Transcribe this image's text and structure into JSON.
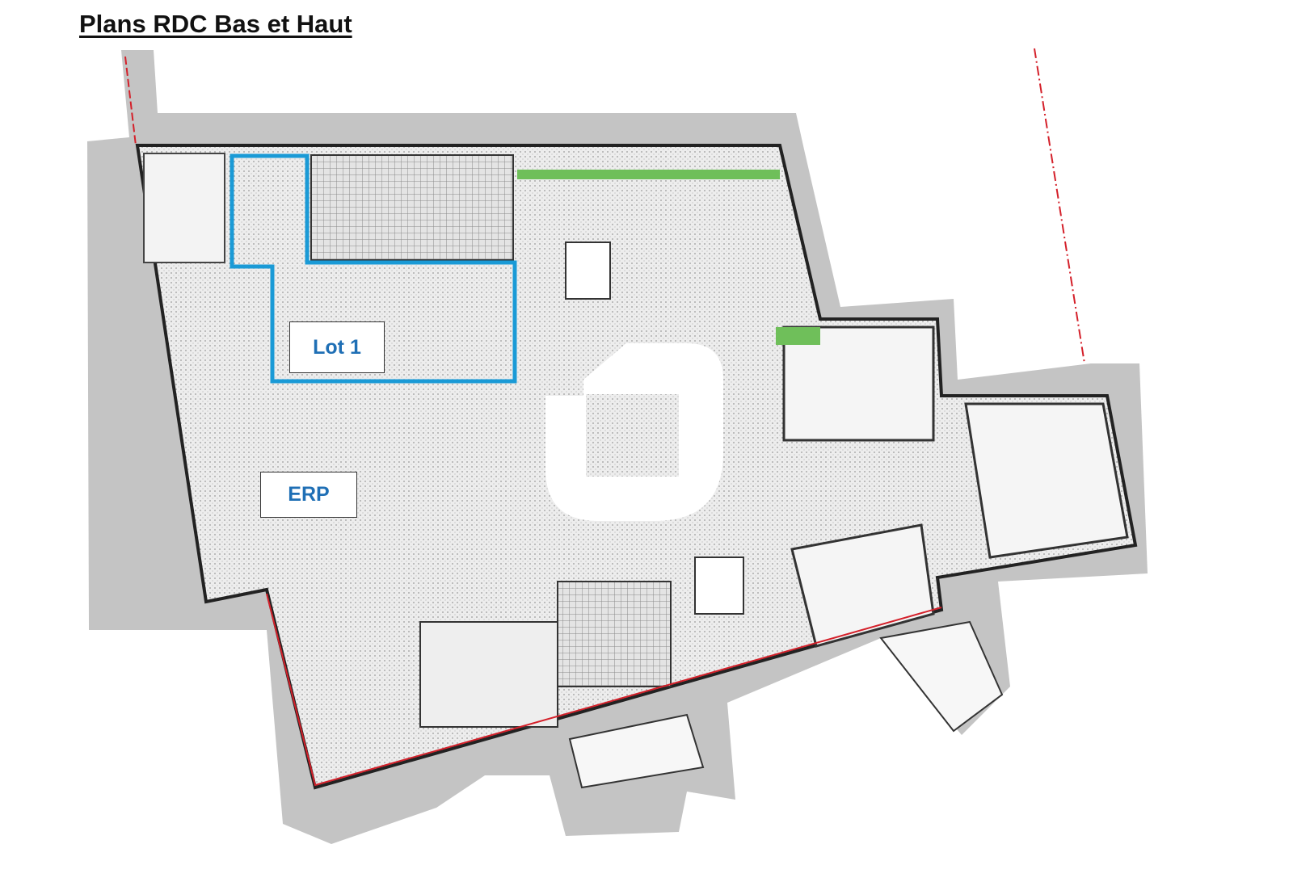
{
  "title": "Plans RDC Bas et Haut",
  "zones": [
    {
      "label": "Lot 1",
      "color": "#1a9ad6"
    },
    {
      "label": "ERP"
    }
  ],
  "colors": {
    "outline": "#1a9ad6",
    "label_text": "#1f6fb5",
    "site": "#c8c8c8",
    "boundary": "#d4202a"
  }
}
